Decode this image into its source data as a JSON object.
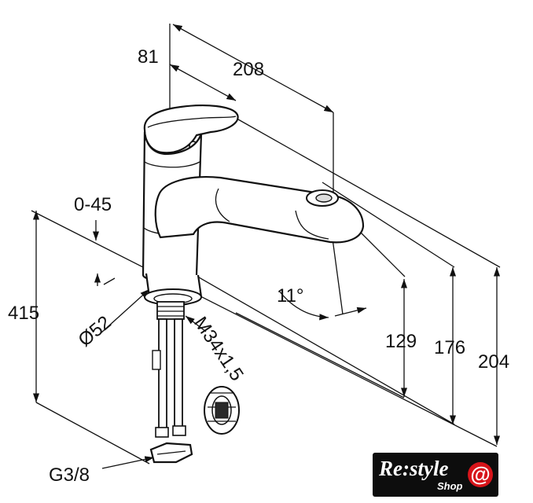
{
  "dimensions": {
    "d81": "81",
    "d208": "208",
    "d0_45": "0-45",
    "d415": "415",
    "d52": "Ø52",
    "d11": "11°",
    "dM34": "M34x1,5",
    "d129": "129",
    "d176": "176",
    "d204": "204",
    "dG38": "G3/8"
  },
  "logo": {
    "main": "Re:style",
    "sub": "Shop",
    "at_symbol": "@",
    "colors": {
      "badge": "#0d0d0d",
      "accent": "#d7141a",
      "text": "#ffffff"
    }
  }
}
